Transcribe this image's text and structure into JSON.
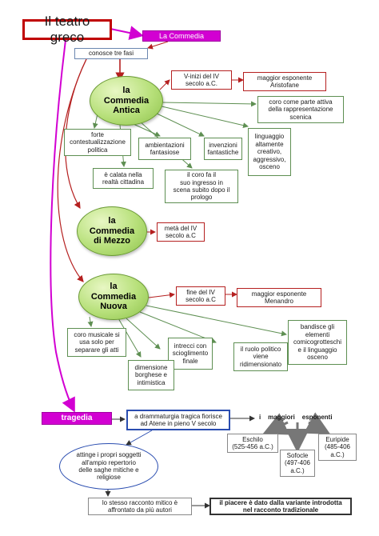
{
  "title": "Il teatro greco",
  "commedia_label": "La Commedia",
  "fasi": "conosce tre fasi",
  "antica": {
    "label": "la\nCommedia\nAntica",
    "date": "V-inizi del IV\nsecolo a.C.",
    "esponente": "maggior esponente\nAristofane",
    "coro": "coro come parte attiva\ndella rappresentazione\nscenica",
    "forte": "forte\ncontestualizzazione\npolitica",
    "ambientazioni": "ambientazioni\nfantasiose",
    "invenzioni": "invenzioni\nfantastiche",
    "linguaggio": "linguaggio\naltamente\ncreativo,\naggressivo,\nosceno",
    "calata": "è calata nella\nrealtà cittadina",
    "coro_fa": "il coro fa il\nsuo ingresso in\nscena subito dopo il\nprologo"
  },
  "mezzo": {
    "label": "la\nCommedia\ndi Mezzo",
    "date": "metà del IV\nsecolo a.C"
  },
  "nuova": {
    "label": "la\nCommedia\nNuova",
    "date": "fine del IV\nsecolo a.C",
    "esponente": "maggior esponente\nMenandro",
    "coro": "coro musicale si\nusa solo per\nseparare gli atti",
    "intrecci": "intrecci con\nscioglimento\nfinale",
    "ruolo": "il ruolo politico\nviene\nridimensionato",
    "bandisce": "bandisce gli\nelementi\ncomicogrotteschi\ne il linguaggio\nosceno",
    "dimensione": "dimensione\nborghese e\nintimistica"
  },
  "tragedia": {
    "label": "tragedia",
    "fiorisce": "a drammaturgia tragica fiorisce\nad Atene in pieno V secolo",
    "maggiori_esponenti": "i    maggiori    esponenti",
    "eschilo": "Eschilo\n(525-456 a.C.)",
    "sofocle": "Sofocle\n(497-406\na.C.)",
    "euripide": "Euripide\n(485-406\na.C.)",
    "attinge": "attinge i propri soggetti\nall'ampio repertorio\ndelle saghe mitiche e\nreligiose",
    "racconto": "lo stesso racconto mitico è\naffrontato da più autori",
    "piacere": "il piacere è dato dalla variante introdotta\nnel racconto tradizionale"
  },
  "colors": {
    "green_line": "#5e8f52",
    "red_line": "#b52020",
    "magenta": "#d200d2",
    "blue_border": "#2a4db0"
  }
}
